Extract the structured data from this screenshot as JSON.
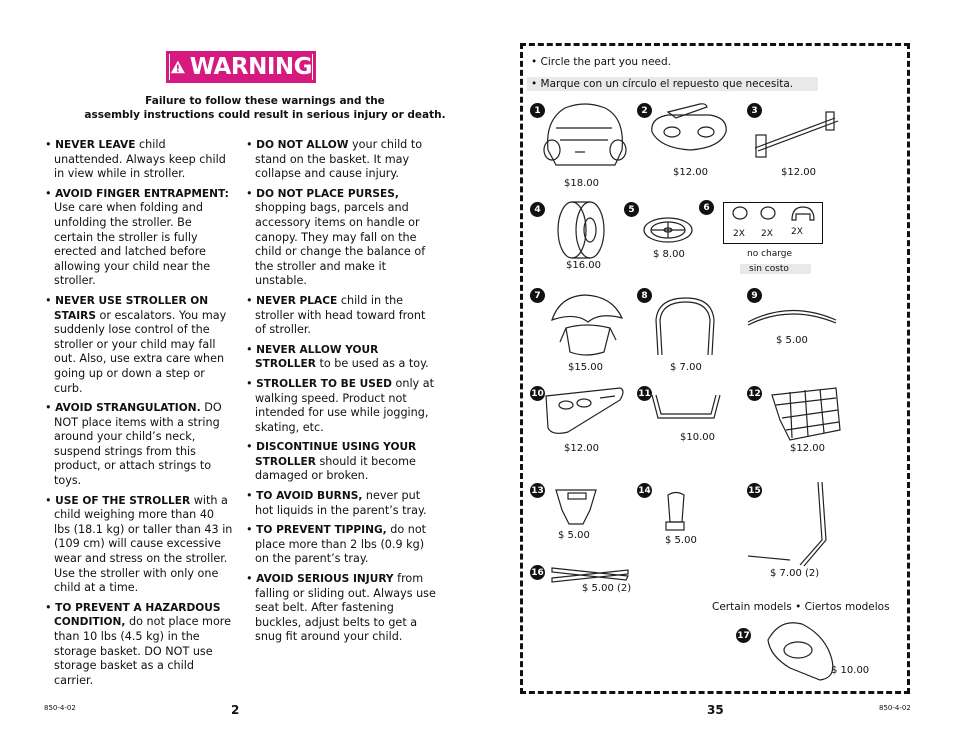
{
  "left_page": {
    "warning_title": "WARNING",
    "intro_line1": "Failure to follow these warnings and the",
    "intro_line2": "assembly instructions could result in serious injury or death.",
    "col1": [
      {
        "bold": "NEVER LEAVE",
        "text": " child unattended. Always keep child in view while in stroller."
      },
      {
        "bold": "AVOID FINGER ENTRAPMENT:",
        "text": " Use care when folding and unfolding the stroller. Be certain the stroller is fully erected and latched before allowing your child near the stroller."
      },
      {
        "bold": "NEVER USE STROLLER ON STAIRS",
        "text": " or escalators. You may suddenly lose control of the stroller or your child may fall out. Also, use extra care when going up or down a step or curb."
      },
      {
        "bold": "AVOID STRANGULATION.",
        "text": " DO NOT place items with a string around your child’s neck, suspend strings from this product, or attach strings to toys."
      },
      {
        "bold": "USE OF THE STROLLER",
        "text": " with a child weighing more than 40 lbs (18.1 kg) or taller than 43 in (109 cm) will cause excessive wear and stress on the stroller. Use the stroller with only one child at a time."
      },
      {
        "bold": "TO PREVENT A HAZARDOUS CONDITION,",
        "text": " do not place more than 10 lbs (4.5 kg) in the storage basket. DO NOT use storage basket as a child carrier."
      }
    ],
    "col2": [
      {
        "bold": "DO NOT ALLOW",
        "text": " your child to stand on the basket. It may collapse and cause injury."
      },
      {
        "bold": "DO NOT PLACE PURSES,",
        "text": " shopping bags, parcels and accessory items on handle or canopy. They may fall on the child or change the balance of the stroller and make it unstable."
      },
      {
        "bold": "NEVER PLACE",
        "text": " child in the stroller with head toward front of stroller."
      },
      {
        "bold": "NEVER ALLOW YOUR STROLLER",
        "text": " to be used as a toy."
      },
      {
        "bold": "STROLLER TO BE USED",
        "text": " only at walking speed. Product not intended for use while jogging, skating, etc."
      },
      {
        "bold": "DISCONTINUE USING YOUR STROLLER",
        "text": " should it become damaged or broken."
      },
      {
        "bold": "TO AVOID BURNS,",
        "text": " never put hot liquids in the parent’s tray."
      },
      {
        "bold": "TO PREVENT TIPPING,",
        "text": " do not place more than 2 lbs (0.9 kg) on the parent’s tray."
      },
      {
        "bold": "AVOID SERIOUS INJURY",
        "text": " from falling or sliding out. Always use seat belt. After fastening buckles, adjust belts to get a snug fit around your child."
      }
    ],
    "page_number": "2",
    "code": "850-4-02"
  },
  "right_page": {
    "note1": "• Circle the part you need.",
    "note2": "• Marque con un círculo el repuesto que necesita.",
    "parts": [
      {
        "n": "1",
        "price": "$18.00"
      },
      {
        "n": "2",
        "price": "$12.00"
      },
      {
        "n": "3",
        "price": "$12.00"
      },
      {
        "n": "4",
        "price": "$16.00"
      },
      {
        "n": "5",
        "price": "$ 8.00"
      },
      {
        "n": "6",
        "price": ""
      },
      {
        "n": "7",
        "price": "$15.00"
      },
      {
        "n": "8",
        "price": "$ 7.00"
      },
      {
        "n": "9",
        "price": "$ 5.00"
      },
      {
        "n": "10",
        "price": "$12.00"
      },
      {
        "n": "11",
        "price": "$10.00"
      },
      {
        "n": "12",
        "price": "$12.00"
      },
      {
        "n": "13",
        "price": "$ 5.00"
      },
      {
        "n": "14",
        "price": "$ 5.00"
      },
      {
        "n": "15",
        "price": "$ 7.00 (2)"
      },
      {
        "n": "16",
        "price": "$ 5.00 (2)"
      },
      {
        "n": "17",
        "price": "$ 10.00"
      }
    ],
    "part6_qty": [
      "2X",
      "2X",
      "2X"
    ],
    "no_charge": "no charge",
    "sin_costo": "sin costo",
    "certain_models": "Certain models • Ciertos modelos",
    "page_number": "35",
    "code": "850-4-02"
  }
}
